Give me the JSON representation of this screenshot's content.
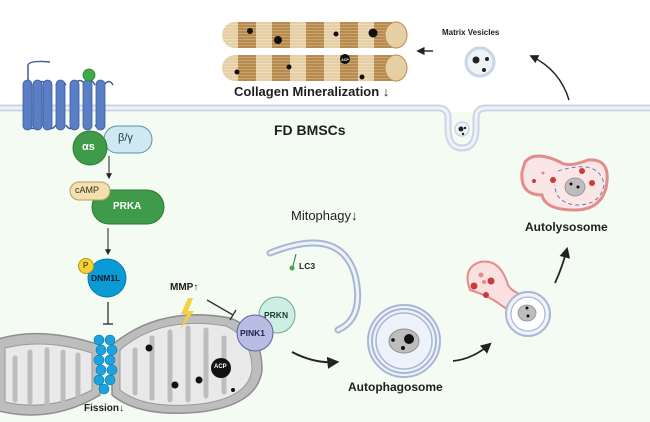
{
  "title": "FD BMSCs",
  "labels": {
    "collagen": "Collagen Mineralization ↓",
    "matrix_vesicles": "Matrix Vesicles",
    "cell": "FD BMSCs",
    "mitophagy": "Mitophagy↓",
    "mmp": "MMP↑",
    "fission": "Fission↓",
    "autophagosome": "Autophagosome",
    "autolysosome": "Autolysosome"
  },
  "proteins": {
    "alpha_s": "αs",
    "beta_gamma": "β/γ",
    "camp": "cAMP",
    "prka": "PRKA",
    "phospho": "P",
    "dnm1l": "DNM1L",
    "pink1": "PINK1",
    "prkn": "PRKN",
    "lc3": "LC3",
    "acp": "ACP"
  },
  "colors": {
    "cytoplasm": "#f4fbf2",
    "membrane": "#c9d6e6",
    "gpcr": "#5b7fc4",
    "g_green": "#3f9a4a",
    "beta_gamma": "#cfe9f3",
    "camp": "#f3dfb0",
    "dnm1l": "#0a9bd6",
    "phospho": "#f7d133",
    "pink1": "#b9bde4",
    "prkn": "#cdeee2",
    "mito_fill": "#bdbdbd",
    "collagen": "#c49a5a",
    "lysosome": "#e48b8b"
  }
}
